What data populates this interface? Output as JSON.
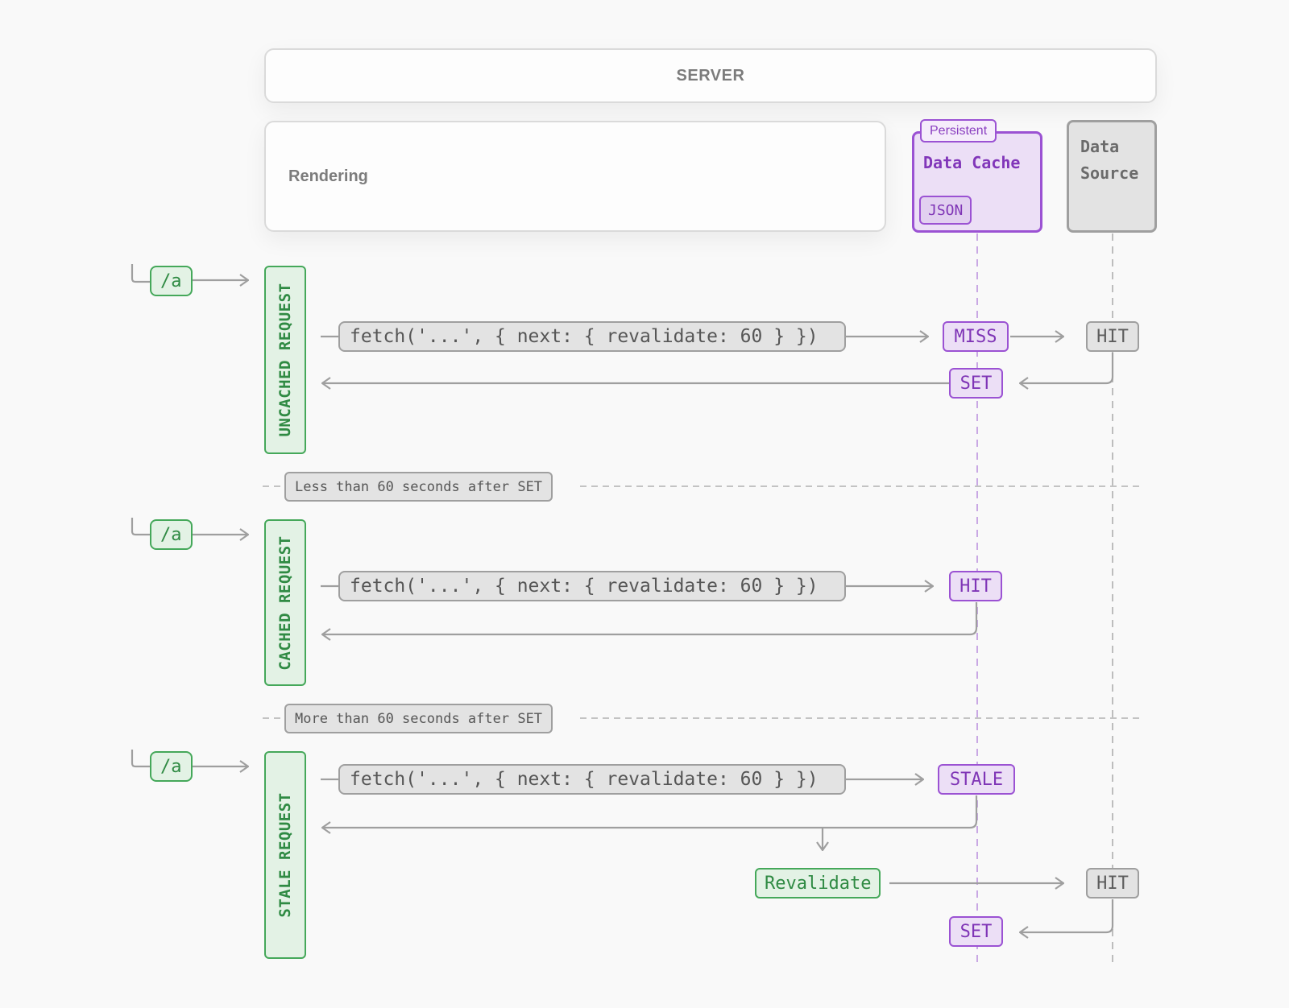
{
  "server": {
    "label": "SERVER"
  },
  "rendering": {
    "label": "Rendering"
  },
  "data_cache": {
    "tag": "Persistent",
    "title": "Data Cache",
    "format": "JSON"
  },
  "data_source": {
    "line1": "Data",
    "line2": "Source"
  },
  "route": "/a",
  "fetch_call": "fetch('...', { next: { revalidate: 60 } })",
  "sections": [
    {
      "label": "UNCACHED REQUEST",
      "cache_result": "MISS",
      "source_result": "HIT",
      "cache_write": "SET"
    },
    {
      "label": "CACHED REQUEST",
      "cache_result": "HIT"
    },
    {
      "label": "STALE REQUEST",
      "cache_result": "STALE",
      "revalidate": "Revalidate",
      "source_result": "HIT",
      "cache_write": "SET"
    }
  ],
  "dividers": [
    "Less than 60 seconds after SET",
    "More than 60 seconds after SET"
  ],
  "colors": {
    "green": "#45a85a",
    "purple": "#9b52d3",
    "gray": "#9f9f9f"
  }
}
